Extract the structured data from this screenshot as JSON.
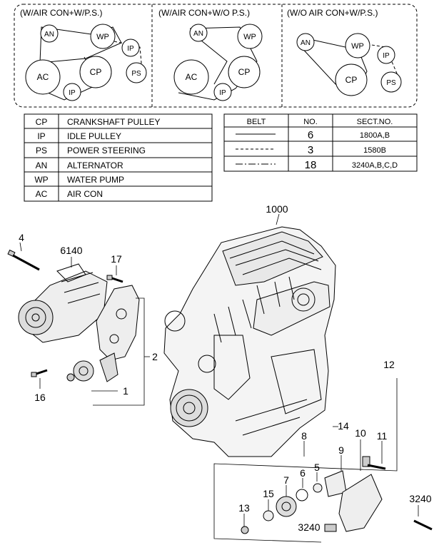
{
  "belt_diagrams": [
    {
      "title": "(W/AIR CON+W/P.S.)",
      "pulleys": [
        "AN",
        "WP",
        "IP",
        "CP",
        "PS",
        "AC",
        "IP"
      ]
    },
    {
      "title": "(W/AIR CON+W/O P.S.)",
      "pulleys": [
        "AN",
        "WP",
        "CP",
        "AC",
        "IP"
      ]
    },
    {
      "title": "(W/O AIR CON+W/P.S.)",
      "pulleys": [
        "AN",
        "WP",
        "IP",
        "CP",
        "PS"
      ]
    }
  ],
  "legend": [
    {
      "code": "CP",
      "name": "CRANKSHAFT PULLEY"
    },
    {
      "code": "IP",
      "name": "IDLE PULLEY"
    },
    {
      "code": "PS",
      "name": "POWER STEERING"
    },
    {
      "code": "AN",
      "name": "ALTERNATOR"
    },
    {
      "code": "WP",
      "name": "WATER PUMP"
    },
    {
      "code": "AC",
      "name": "AIR CON"
    }
  ],
  "belt_table": {
    "headers": [
      "BELT",
      "NO.",
      "SECT.NO."
    ],
    "rows": [
      {
        "line_style": "solid",
        "no": "6",
        "sect": "1800A,B"
      },
      {
        "line_style": "dashed",
        "no": "3",
        "sect": "1580B"
      },
      {
        "line_style": "dash-dot",
        "no": "18",
        "sect": "3240A,B,C,D"
      }
    ]
  },
  "callouts": {
    "c1000": "1000",
    "c4": "4",
    "c6140": "6140",
    "c17": "17",
    "c2": "2",
    "c16": "16",
    "c1": "1",
    "c12": "12",
    "c14": "14",
    "c8": "8",
    "c10": "10",
    "c11": "11",
    "c9": "9",
    "c5": "5",
    "c6": "6",
    "c7": "7",
    "c15": "15",
    "c13": "13",
    "c3240a": "3240",
    "c3240b": "3240"
  }
}
